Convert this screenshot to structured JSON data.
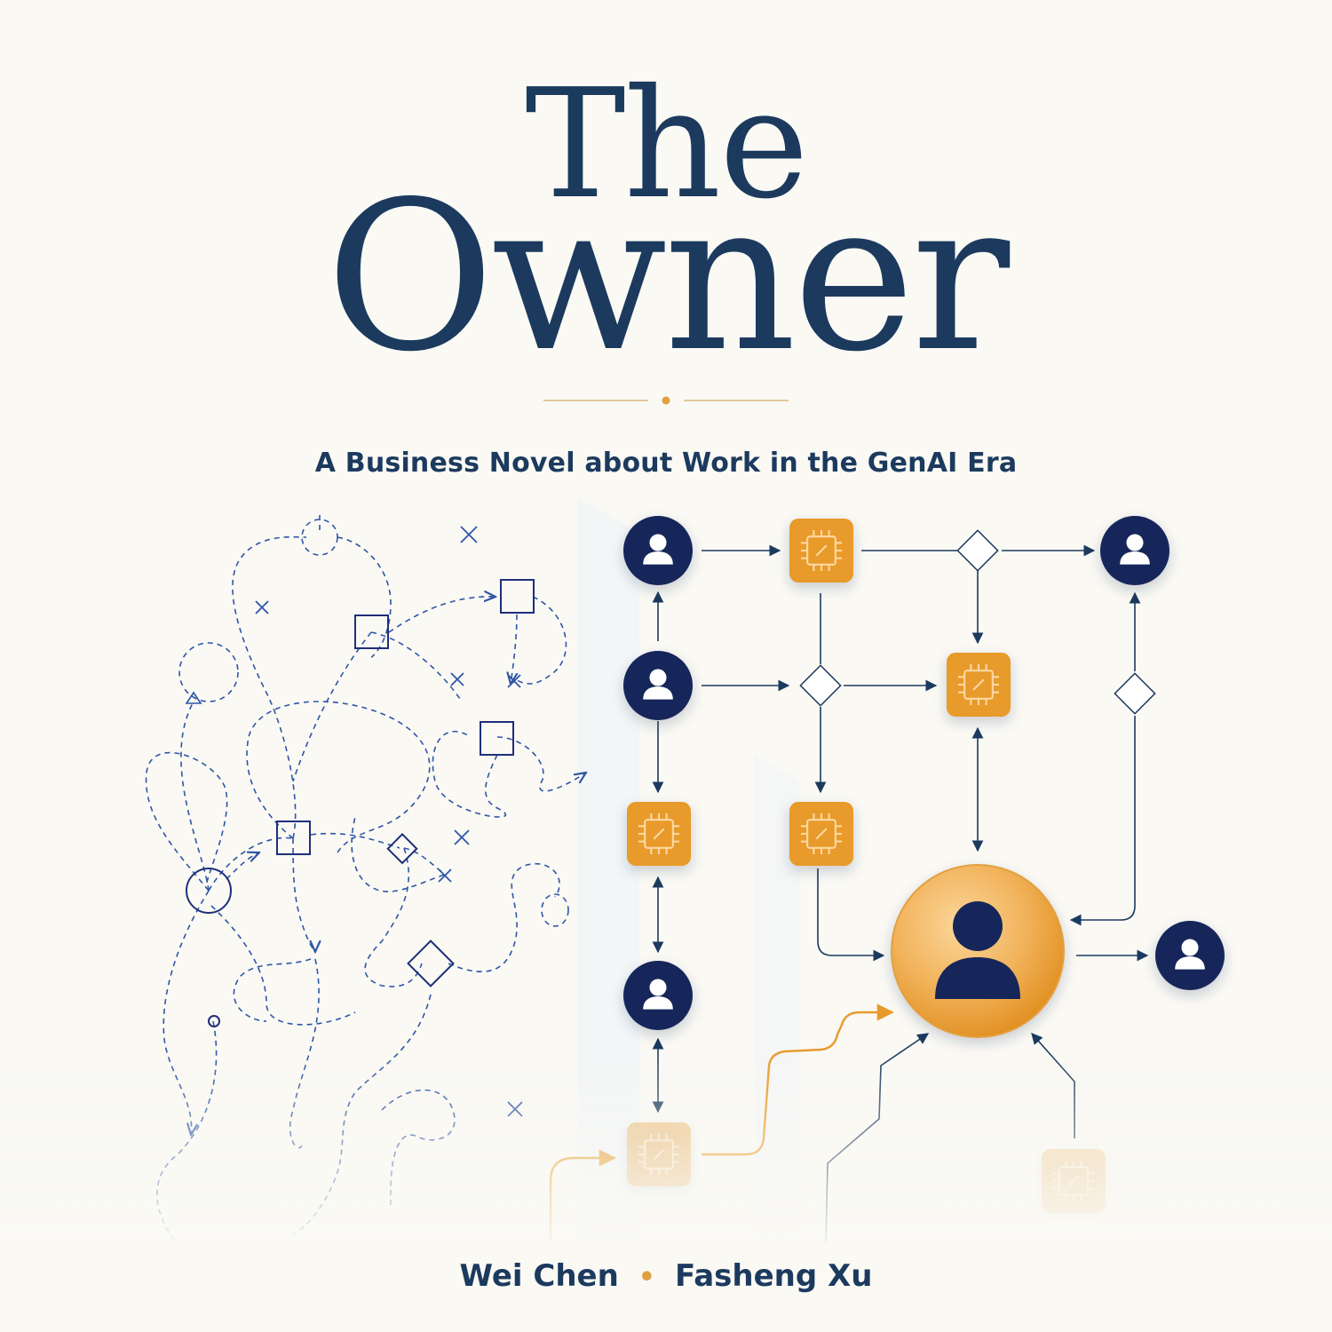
{
  "cover": {
    "title_line1": "The",
    "title_line2": "Owner",
    "subtitle": "A Business Novel about Work in the GenAI Era",
    "author1": "Wei Chen",
    "author_separator": "•",
    "author2": "Fasheng Xu"
  },
  "colors": {
    "navy": "#1c3a5e",
    "dark_navy": "#14275a",
    "orange": "#e89a2a",
    "sketch_blue": "#2f56a6",
    "background": "#faf9f4"
  },
  "icons": {
    "person_node": "person-icon",
    "ai_node": "chip-icon",
    "decision_node": "diamond-icon"
  }
}
